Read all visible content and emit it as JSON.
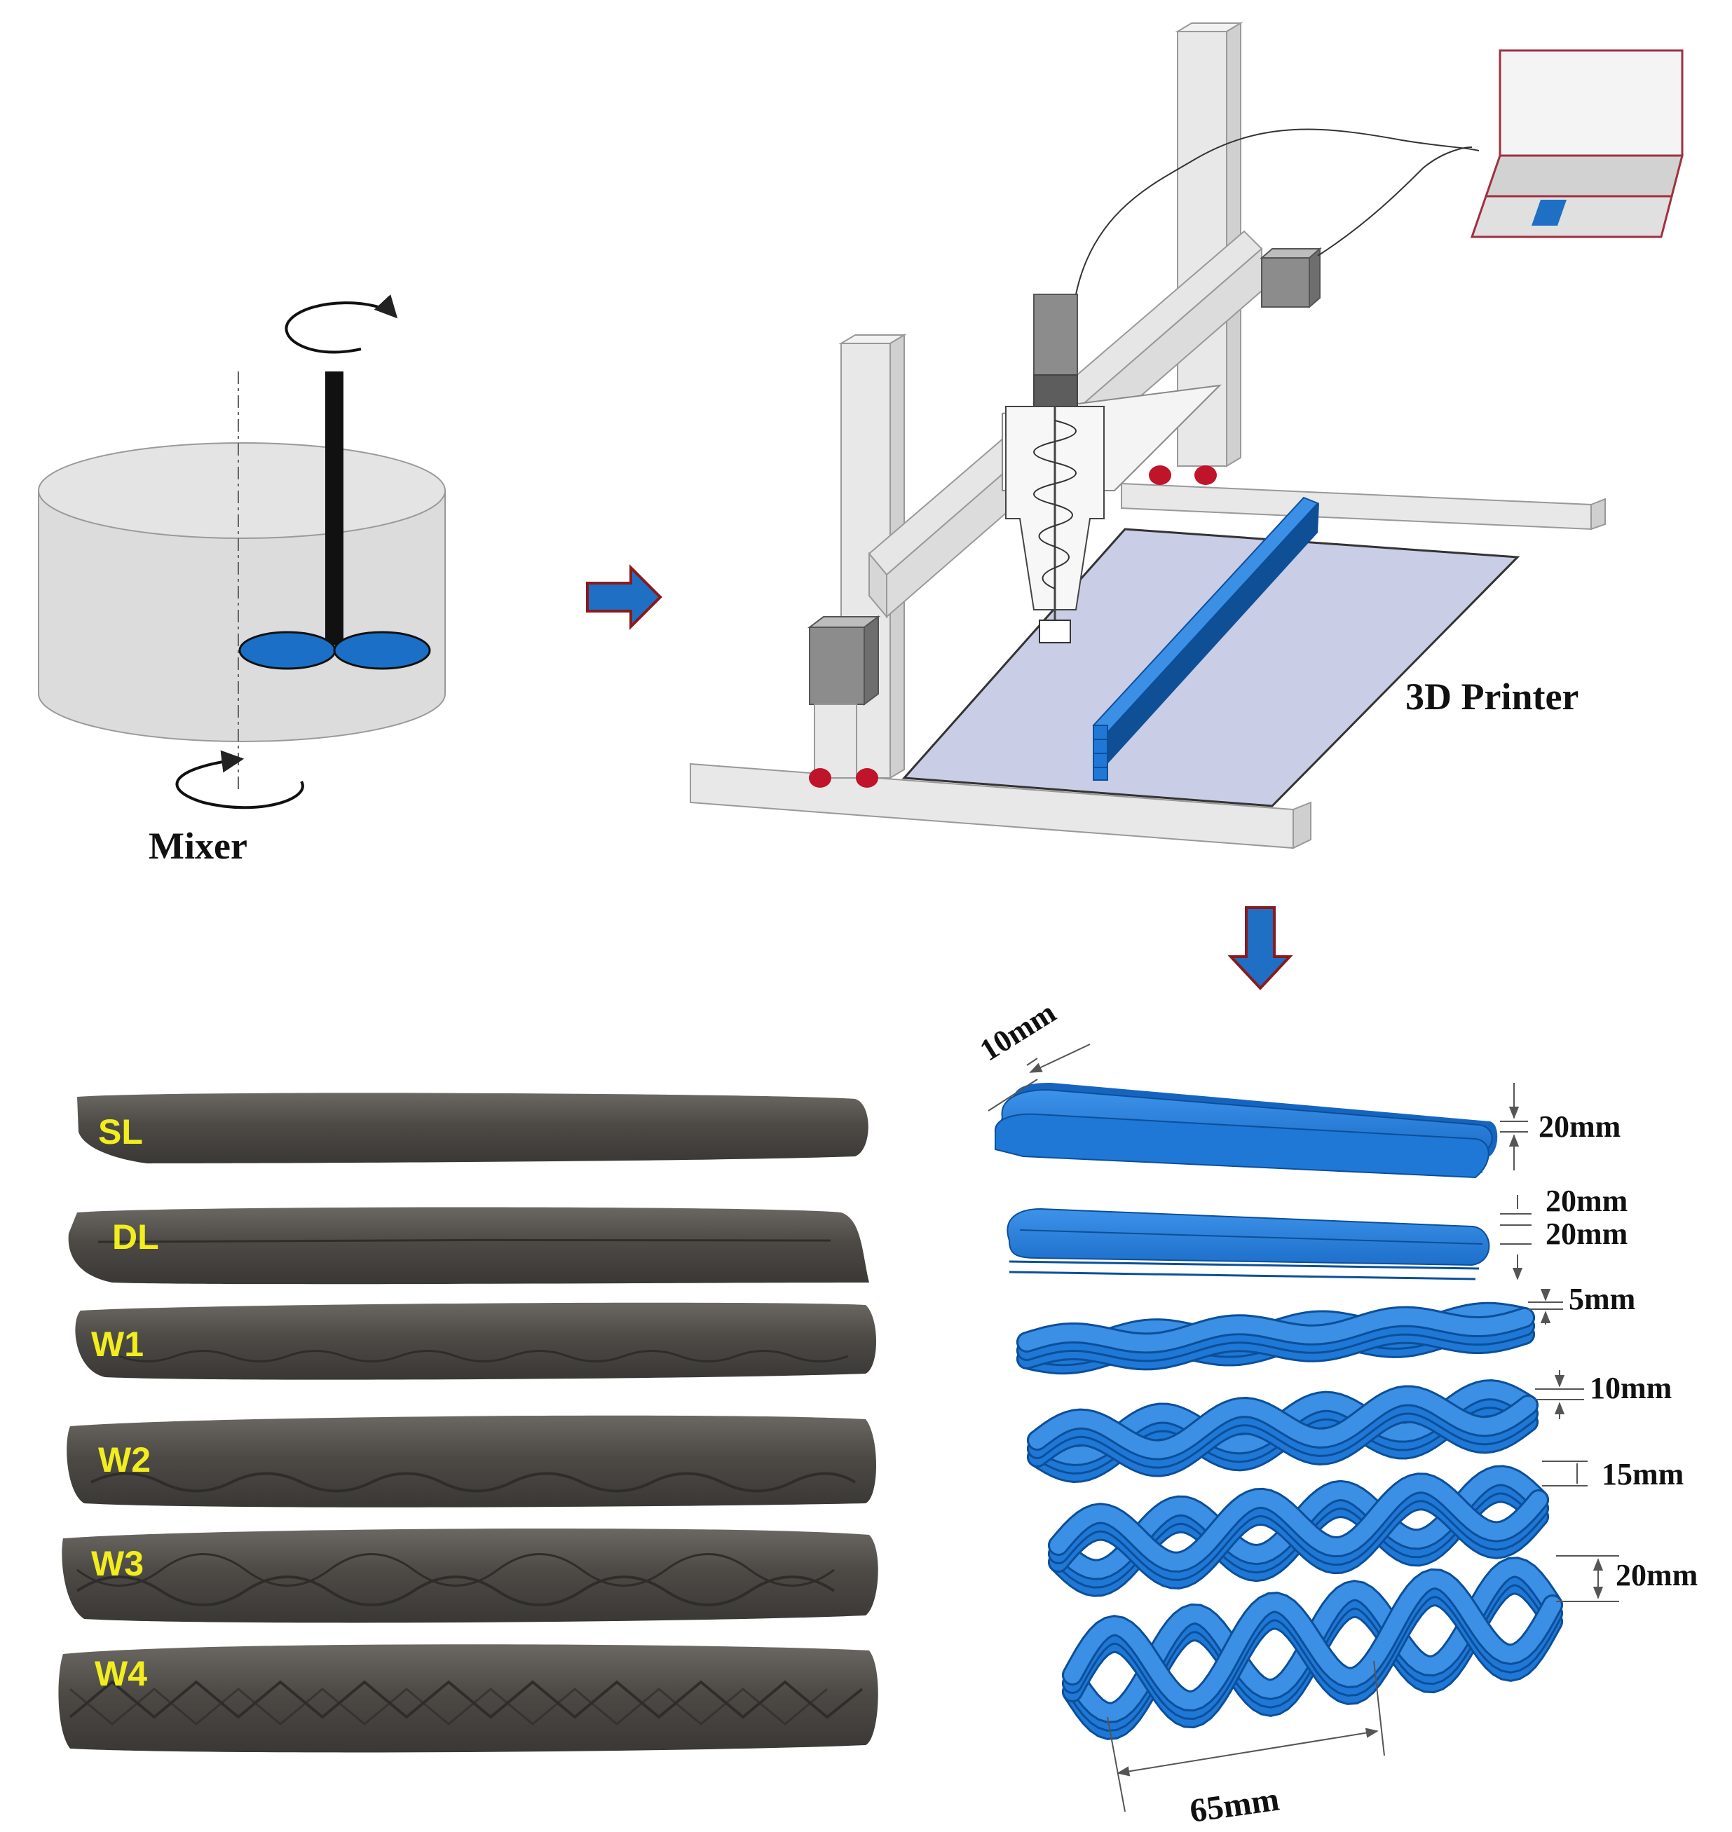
{
  "labels": {
    "mixer": "Mixer",
    "printer": "3D Printer"
  },
  "dimensions": {
    "width": "10mm",
    "sl_height": "20mm",
    "dl_gap": "20mm",
    "dl_height": "20mm",
    "w1_amp": "5mm",
    "w2_amp": "10mm",
    "w3_amp": "15mm",
    "w4_amp": "20mm",
    "wavelength": "65mm"
  },
  "samples": [
    "SL",
    "DL",
    "W1",
    "W2",
    "W3",
    "W4"
  ],
  "colors": {
    "filament_blue": "#1f78d6",
    "filament_dark": "#0b4f9a",
    "arrow_blue": "#1f6fc4",
    "arrow_border": "#8b1a1a",
    "frame_grey": "#e6e6e6",
    "frame_edge": "#9a9a9a",
    "plate": "#c9cde6",
    "wheel_red": "#c0142a",
    "sample_dark": "#4a4743",
    "label_yellow": "#f2ee1d"
  }
}
